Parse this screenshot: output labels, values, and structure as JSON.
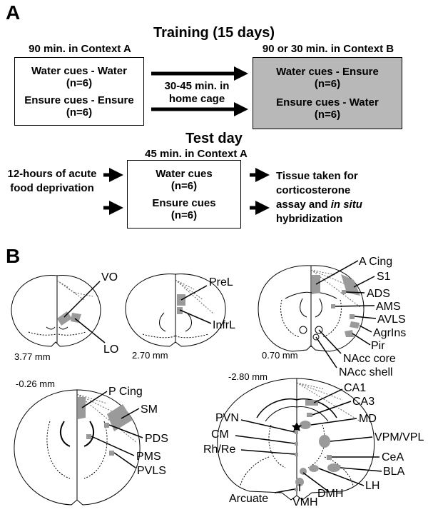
{
  "panelA": {
    "letter": "A",
    "training": {
      "title": "Training (15 days)",
      "left_header": "90 min. in Context A",
      "right_header": "90 or 30 min. in Context B",
      "left_box": [
        {
          "line1": "Water cues - Water",
          "line2": "(n=6)"
        },
        {
          "line1": "Ensure cues - Ensure",
          "line2": "(n=6)"
        }
      ],
      "middle_label": "30-45 min. in home cage",
      "right_box": [
        {
          "line1": "Water cues - Ensure",
          "line2": "(n=6)"
        },
        {
          "line1": "Ensure cues - Water",
          "line2": "(n=6)"
        }
      ]
    },
    "test": {
      "title": "Test day",
      "center_header": "45 min. in Context A",
      "left_label": "12-hours of acute food deprivation",
      "center_box": [
        {
          "line1": "Water cues",
          "line2": "(n=6)"
        },
        {
          "line1": "Ensure cues",
          "line2": "(n=6)"
        }
      ],
      "right_label_1": "Tissue taken for",
      "right_label_2": "corticosterone",
      "right_label_3a": "assay and ",
      "right_label_3b": "in situ",
      "right_label_4": "hybridization"
    }
  },
  "panelB": {
    "letter": "B",
    "gray_color": "#9a9a9a",
    "sections": [
      {
        "mm": "3.77 mm",
        "labels": [
          "VO",
          "LO"
        ]
      },
      {
        "mm": "2.70 mm",
        "labels": [
          "PreL",
          "InfrL"
        ]
      },
      {
        "mm": "0.70 mm",
        "labels": [
          "A Cing",
          "S1",
          "ADS",
          "AMS",
          "AVLS",
          "AgrIns",
          "Pir",
          "NAcc core",
          "NAcc shell"
        ]
      },
      {
        "mm": "-0.26 mm",
        "labels": [
          "P Cing",
          "SM",
          "PDS",
          "PMS",
          "PVLS"
        ]
      },
      {
        "mm": "-2.80 mm",
        "labels": [
          "CA1",
          "CA3",
          "MD",
          "VPM/VPL",
          "CeA",
          "BLA",
          "LH",
          "DMH",
          "VMH",
          "Arcuate",
          "PVN",
          "CM",
          "Rh/Re"
        ]
      }
    ]
  }
}
